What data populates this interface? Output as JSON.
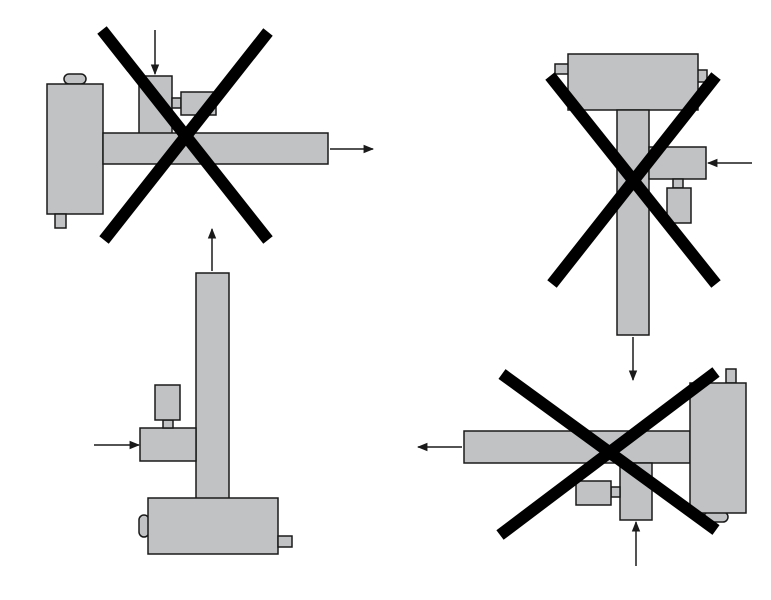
{
  "colors": {
    "part_fill": "#c0c2c4",
    "outline": "#1a1a1a",
    "cross": "#000000",
    "background": "#ffffff"
  },
  "panels": [
    {
      "id": "top-left",
      "orientation": "outlet-right",
      "crossed": true
    },
    {
      "id": "top-right",
      "orientation": "outlet-down",
      "crossed": true
    },
    {
      "id": "bottom-left",
      "orientation": "outlet-up",
      "crossed": false
    },
    {
      "id": "bottom-right",
      "orientation": "outlet-left",
      "crossed": true
    }
  ]
}
